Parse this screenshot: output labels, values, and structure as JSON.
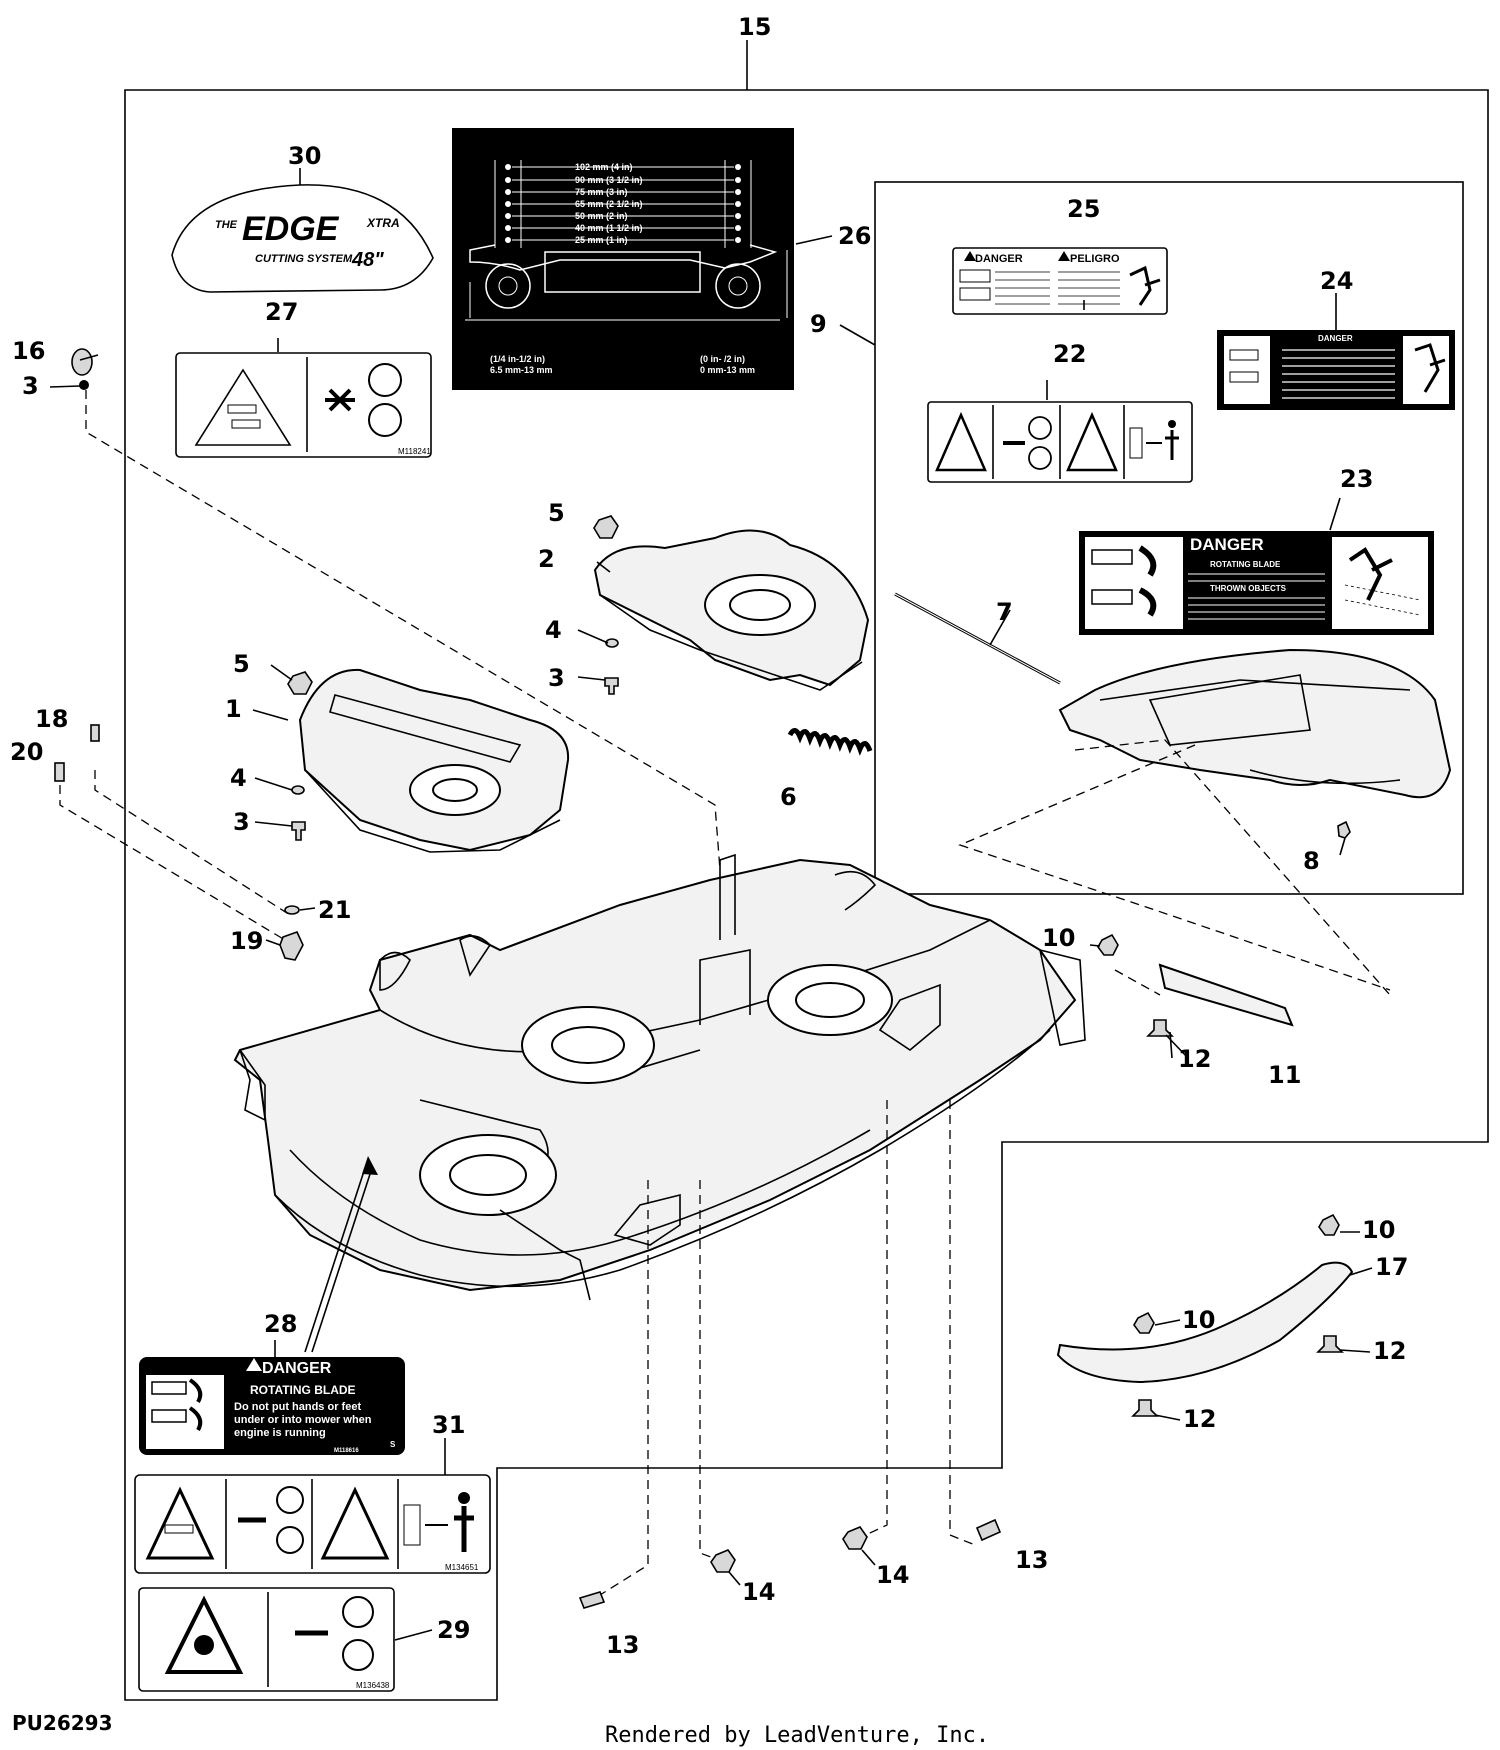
{
  "diagram": {
    "footer_credit": "Rendered by LeadVenture, Inc.",
    "part_id": "PU26293",
    "callouts": {
      "c1": "1",
      "c2": "2",
      "c3a": "3",
      "c3b": "3",
      "c3c": "3",
      "c4a": "4",
      "c4b": "4",
      "c5a": "5",
      "c5b": "5",
      "c6": "6",
      "c7": "7",
      "c8": "8",
      "c9": "9",
      "c10a": "10",
      "c10b": "10",
      "c10c": "10",
      "c11": "11",
      "c12a": "12",
      "c12b": "12",
      "c12c": "12",
      "c13a": "13",
      "c13b": "13",
      "c14a": "14",
      "c14b": "14",
      "c15": "15",
      "c16": "16",
      "c17": "17",
      "c18": "18",
      "c19": "19",
      "c20": "20",
      "c21": "21",
      "c22": "22",
      "c23": "23",
      "c24": "24",
      "c25": "25",
      "c26": "26",
      "c27": "27",
      "c28": "28",
      "c29": "29",
      "c30": "30",
      "c31": "31"
    },
    "decal_30": {
      "the": "THE",
      "edge": "EDGE",
      "xtra": "XTRA",
      "system": "CUTTING SYSTEM",
      "size": "48\""
    },
    "decal_26": {
      "heights": [
        "102 mm  (4 in)",
        "90 mm  (3 1/2 in)",
        "75 mm  (3 in)",
        "65 mm  (2 1/2 in)",
        "50 mm  (2 in)",
        "40 mm  (1 1/2 in)",
        "25 mm  (1 in)"
      ],
      "left_top": "(1/4 in-1/2 in)",
      "left_bottom": "6.5 mm-13 mm",
      "right_top": "(0 in- /2 in)",
      "right_bottom": "0 mm-13 mm"
    },
    "decal_25": {
      "danger": "DANGER",
      "peligro": "PELIGRO"
    },
    "decal_24": {
      "danger": "DANGER"
    },
    "decal_23": {
      "danger": "DANGER",
      "rotating": "ROTATING BLADE",
      "thrown": "THROWN OBJECTS"
    },
    "decal_28": {
      "danger": "DANGER",
      "rotating": "ROTATING BLADE",
      "l1": "Do not put hands or feet",
      "l2": "under or into mower when",
      "l3": "engine is running",
      "code": "M118616",
      "s": "S"
    },
    "decal_27": {
      "code": "M118241"
    },
    "decal_31": {
      "code": "M134651"
    },
    "decal_29": {
      "code": "M136438"
    }
  }
}
